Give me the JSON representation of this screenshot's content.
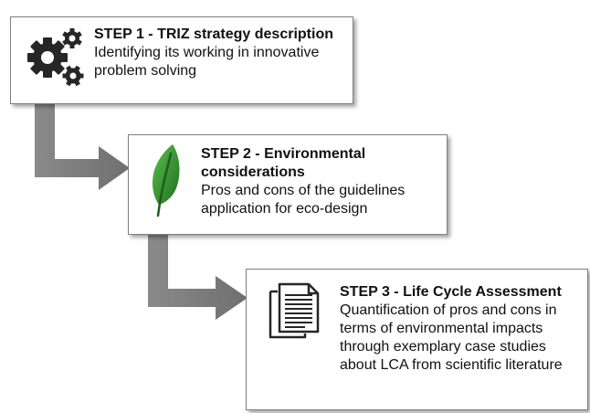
{
  "steps": [
    {
      "title": "STEP 1 - TRIZ strategy description",
      "description": "Identifying its working in innovative problem solving",
      "icon": "gears-icon"
    },
    {
      "title": "STEP 2 - Environmental considerations",
      "description": "Pros and cons of the guidelines application for eco-design",
      "icon": "leaf-icon"
    },
    {
      "title": "STEP 3 - Life Cycle Assessment",
      "description": "Quantification of pros and cons in terms of environmental impacts through exemplary case studies about LCA from scientific literature",
      "icon": "documents-icon"
    }
  ],
  "colors": {
    "arrow": "#7f7f7f",
    "box_border": "#7f7f7f",
    "gear": "#262626",
    "leaf": "#2e8b2e",
    "document": "#262626"
  }
}
